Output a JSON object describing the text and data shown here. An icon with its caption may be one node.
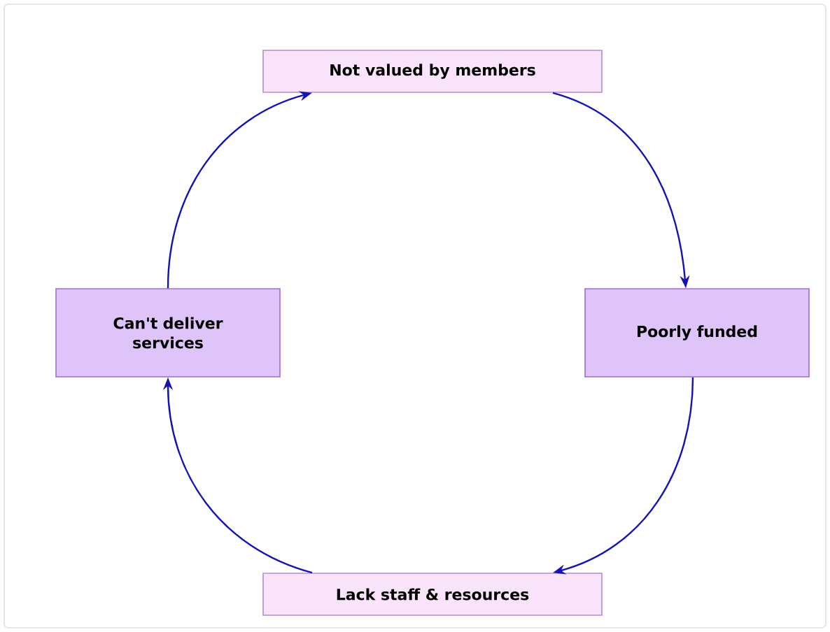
{
  "diagram": {
    "nodes": [
      {
        "text": [
          "Not valued by members"
        ]
      },
      {
        "text": [
          "Poorly funded"
        ]
      },
      {
        "text": [
          "Lack staff & resources"
        ]
      },
      {
        "text": [
          "Can't deliver services"
        ]
      }
    ],
    "edges": [
      {
        "from": 0,
        "to": 1,
        "arrow": "to"
      },
      {
        "from": 1,
        "to": 2,
        "arrow": "to"
      },
      {
        "from": 2,
        "to": 3,
        "arrow": "to"
      },
      {
        "from": 3,
        "to": 0,
        "arrow": "to"
      }
    ]
  }
}
